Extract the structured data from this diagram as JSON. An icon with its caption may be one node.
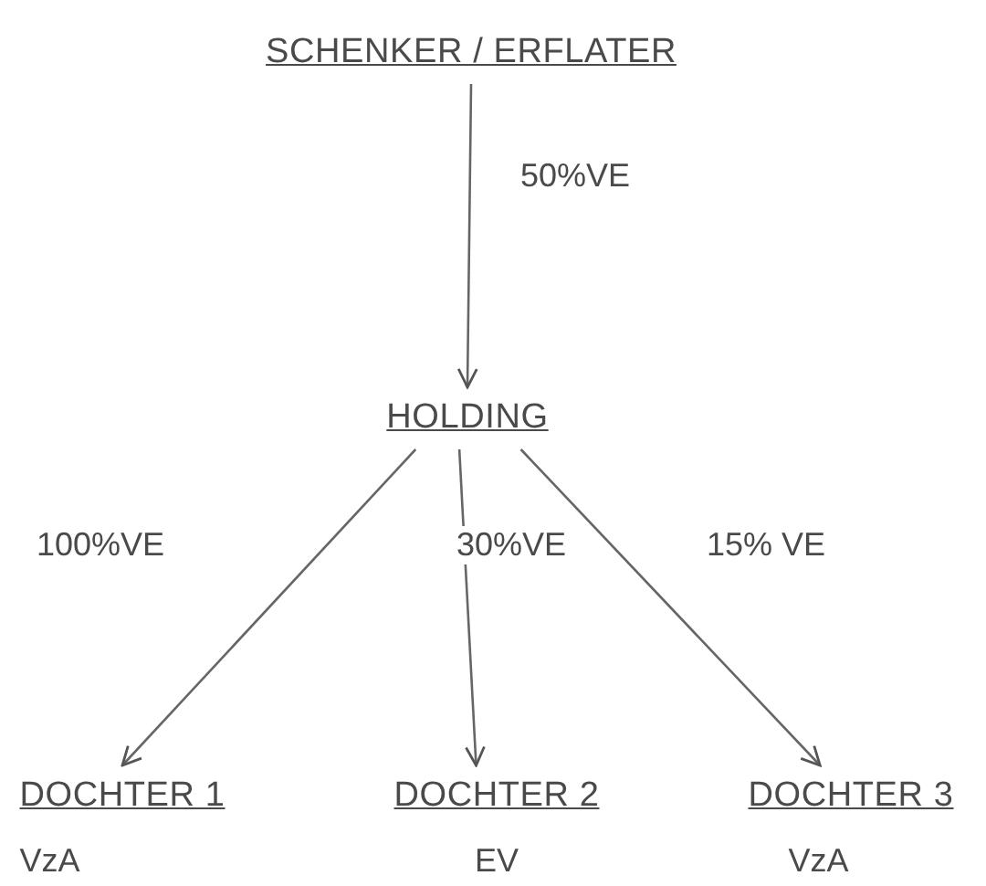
{
  "diagram": {
    "nodes": [
      {
        "text": [
          "SCHENKER / ERFLATER"
        ]
      },
      {
        "text": [
          "HOLDING"
        ]
      },
      {
        "text": [
          "DOCHTER 1",
          "VzA"
        ]
      },
      {
        "text": [
          "DOCHTER 2",
          "EV"
        ]
      },
      {
        "text": [
          "DOCHTER 3",
          "VzA"
        ]
      }
    ],
    "edges": [
      {
        "from": 0,
        "to": 1,
        "arrow": "to",
        "label": "50%VE"
      },
      {
        "from": 1,
        "to": 2,
        "arrow": "to",
        "label": "100%VE"
      },
      {
        "from": 1,
        "to": 3,
        "arrow": "to",
        "label": "30%VE"
      },
      {
        "from": 1,
        "to": 4,
        "arrow": "to",
        "label": "15% VE"
      }
    ]
  }
}
